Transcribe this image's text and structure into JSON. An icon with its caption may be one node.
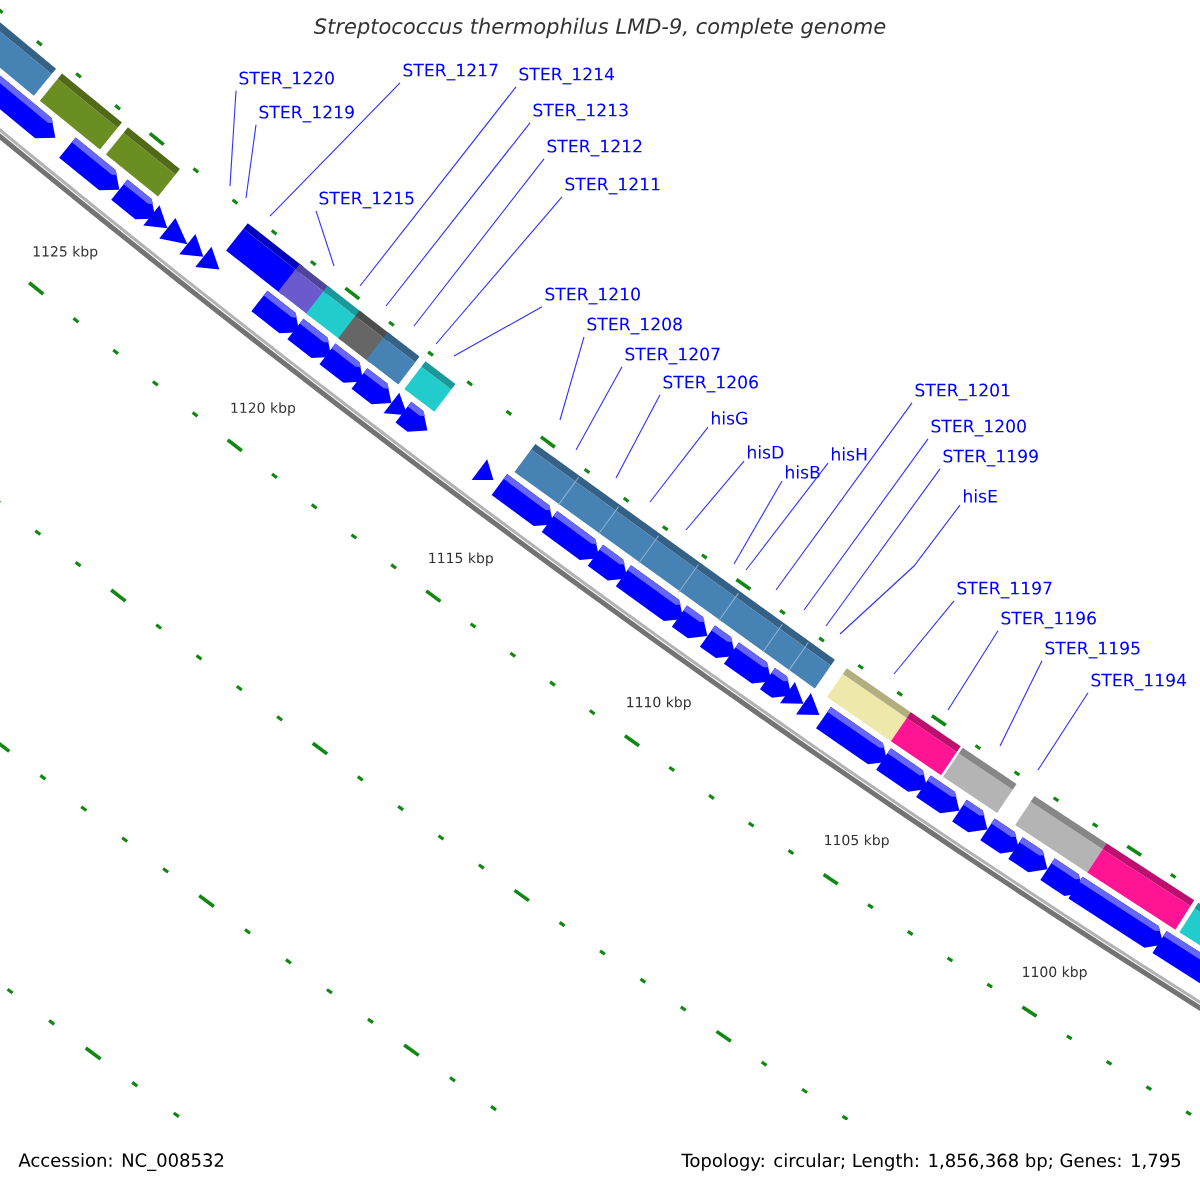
{
  "diagram": {
    "title": "Streptococcus thermophilus LMD-9, complete genome",
    "nodes": [
      {
        "text": [
          "STER_1220"
        ]
      },
      {
        "text": [
          "STER_1217"
        ]
      },
      {
        "text": [
          "STER_1214"
        ]
      },
      {
        "text": [
          "STER_1219"
        ]
      },
      {
        "text": [
          "STER_1213"
        ]
      },
      {
        "text": [
          "STER_1212"
        ]
      },
      {
        "text": [
          "STER_1215"
        ]
      },
      {
        "text": [
          "STER_1211"
        ]
      },
      {
        "text": [
          "STER_1210"
        ]
      },
      {
        "text": [
          "STER_1208"
        ]
      },
      {
        "text": [
          "STER_1207"
        ]
      },
      {
        "text": [
          "STER_1206"
        ]
      },
      {
        "text": [
          "STER_1201"
        ]
      },
      {
        "text": [
          "hisG"
        ]
      },
      {
        "text": [
          "STER_1200"
        ]
      },
      {
        "text": [
          "hisD"
        ]
      },
      {
        "text": [
          "hisH"
        ]
      },
      {
        "text": [
          "STER_1199"
        ]
      },
      {
        "text": [
          "hisB"
        ]
      },
      {
        "text": [
          "hisE"
        ]
      },
      {
        "text": [
          "STER_1197"
        ]
      },
      {
        "text": [
          "STER_1196"
        ]
      },
      {
        "text": [
          "STER_1195"
        ]
      },
      {
        "text": [
          "STER_1194"
        ]
      }
    ],
    "edges": [
      {
        "from": 0,
        "to": null,
        "arrow": "none"
      },
      {
        "from": 1,
        "to": null,
        "arrow": "none"
      },
      {
        "from": 2,
        "to": null,
        "arrow": "none"
      },
      {
        "from": 3,
        "to": null,
        "arrow": "none"
      },
      {
        "from": 4,
        "to": null,
        "arrow": "none"
      },
      {
        "from": 5,
        "to": null,
        "arrow": "none"
      },
      {
        "from": 6,
        "to": null,
        "arrow": "none"
      },
      {
        "from": 7,
        "to": null,
        "arrow": "none"
      },
      {
        "from": 8,
        "to": null,
        "arrow": "none"
      },
      {
        "from": 9,
        "to": null,
        "arrow": "none"
      },
      {
        "from": 10,
        "to": null,
        "arrow": "none"
      },
      {
        "from": 11,
        "to": null,
        "arrow": "none"
      },
      {
        "from": 12,
        "to": null,
        "arrow": "none"
      },
      {
        "from": 13,
        "to": null,
        "arrow": "none"
      },
      {
        "from": 14,
        "to": null,
        "arrow": "none"
      },
      {
        "from": 15,
        "to": null,
        "arrow": "none"
      },
      {
        "from": 16,
        "to": null,
        "arrow": "none"
      },
      {
        "from": 17,
        "to": null,
        "arrow": "none"
      },
      {
        "from": 18,
        "to": null,
        "arrow": "none"
      },
      {
        "from": 19,
        "to": null,
        "arrow": "none"
      },
      {
        "from": 20,
        "to": null,
        "arrow": "none"
      },
      {
        "from": 21,
        "to": null,
        "arrow": "none"
      },
      {
        "from": 22,
        "to": null,
        "arrow": "none"
      },
      {
        "from": 23,
        "to": null,
        "arrow": "none"
      }
    ],
    "labels": [
      "1125 kbp",
      "1120 kbp",
      "1115 kbp",
      "1110 kbp",
      "1105 kbp",
      "1100 kbp",
      "Accession: NC_008532",
      "Topology: circular; Length: 1,856,368 bp; Genes: 1,795"
    ]
  }
}
